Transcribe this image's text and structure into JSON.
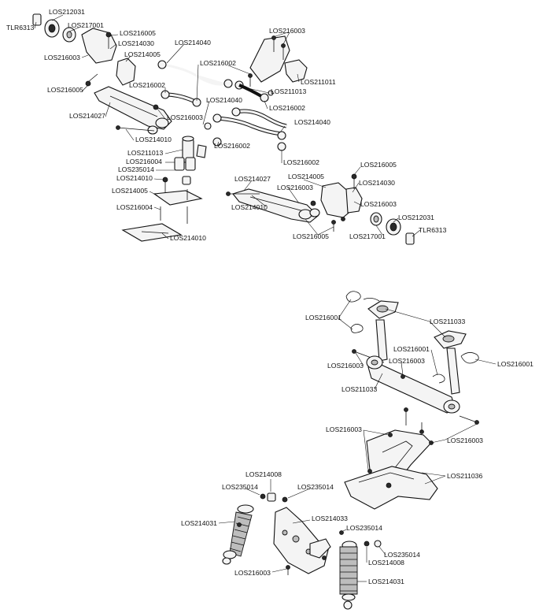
{
  "front_suspension": {
    "labels": {
      "hub_carrier_left": "LOS212031",
      "bearing_left": "LOS217001",
      "axle_pin_left": "TLR6313",
      "screw_left_a": "LOS216005",
      "spindle_left": "LOS214030",
      "kingpin_left": "LOS214005",
      "nut_left": "LOS216003",
      "screw_left_b": "LOS216005",
      "arm_left": "LOS214027",
      "hinge_pin_left": "LOS214010",
      "ball_stud_left": "LOS216002",
      "nut_center_left": "LOS216003",
      "turnbuckle_a": "LOS214040",
      "ball_stud_a": "LOS216002",
      "turnbuckle_b": "LOS214040",
      "turnbuckle_c": "LOS214040",
      "ball_stud_b": "LOS216002",
      "ball_stud_c": "LOS216002",
      "nut_top": "LOS216003",
      "tower_top": "LOS211011",
      "link_top": "LOS211013",
      "ball_stud_d": "LOS216002",
      "bellcrank_post": "LOS211013",
      "shim": "LOS216004",
      "spacer": "LOS235014",
      "pin_center": "LOS214010",
      "kingpin_center": "LOS214005",
      "shim_b": "LOS216004",
      "mount_pin": "LOS214010",
      "arm_right": "LOS214027",
      "nut_right": "LOS216003",
      "hinge_pin_right": "LOS214010",
      "kingpin_right": "LOS214005",
      "screw_right": "LOS216005",
      "spindle_right": "LOS214030",
      "nut_right_b": "LOS216003",
      "hub_carrier_right": "LOS212031",
      "axle_pin_right": "TLR6313",
      "bearing_right": "LOS217001",
      "screw_right_b": "LOS216005"
    }
  },
  "rear_assembly": {
    "labels": {
      "clip_left": "LOS216001",
      "wing_mount": "LOS211033",
      "clip_center": "LOS216001",
      "clip_right": "LOS216001",
      "nut_a": "LOS216003",
      "nut_b": "LOS216003",
      "wing_mount_b": "LOS211033",
      "nut_c": "LOS216003",
      "nut_d": "LOS216003",
      "bumper": "LOS211036"
    }
  },
  "shocks": {
    "labels": {
      "shock_cap": "LOS214008",
      "spacer_left": "LOS235014",
      "spacer_right": "LOS235014",
      "shock_left": "LOS214031",
      "tower": "LOS214033",
      "spacer_c": "LOS235014",
      "spacer_d": "LOS235014",
      "shock_cap_b": "LOS214008",
      "nut": "LOS216003",
      "shock_right": "LOS214031"
    }
  }
}
